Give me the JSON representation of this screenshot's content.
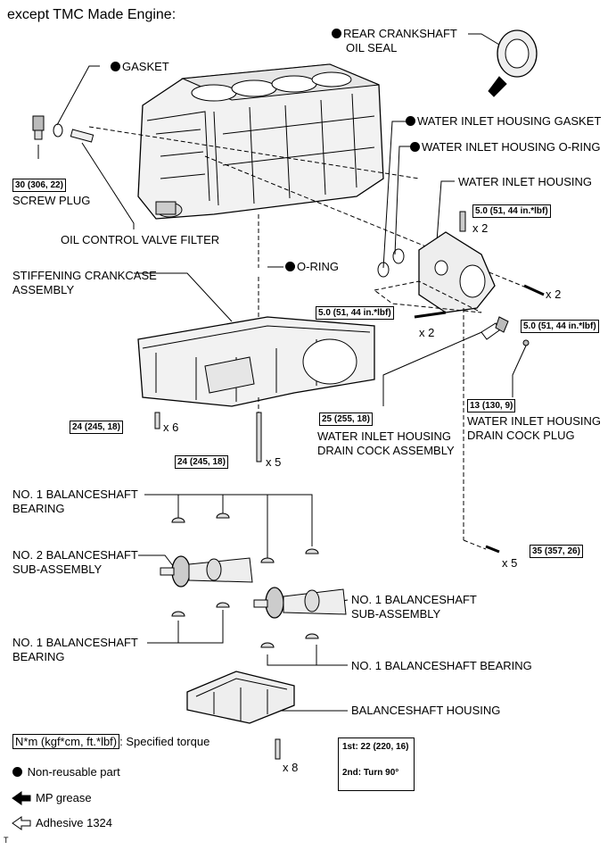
{
  "title": "except TMC Made Engine:",
  "callouts": {
    "rear_seal_l1": "REAR CRANKSHAFT",
    "rear_seal_l2": "OIL SEAL",
    "gasket": "GASKET",
    "wih_gasket": "WATER INLET HOUSING GASKET",
    "wih_oring": "WATER INLET HOUSING O-RING",
    "wih": "WATER INLET HOUSING",
    "screw_plug": "SCREW PLUG",
    "ocv_filter": "OIL CONTROL VALVE FILTER",
    "oring": "O-RING",
    "stiffening_l1": "STIFFENING CRANKCASE",
    "stiffening_l2": "ASSEMBLY",
    "drain_plug_l1": "WATER INLET HOUSING",
    "drain_plug_l2": "DRAIN COCK PLUG",
    "drain_assy_l1": "WATER INLET HOUSING",
    "drain_assy_l2": "DRAIN COCK ASSEMBLY",
    "no1_bearing_top_l1": "NO. 1 BALANCESHAFT",
    "no1_bearing_top_l2": "BEARING",
    "no2_shaft_l1": "NO. 2 BALANCESHAFT",
    "no2_shaft_l2": "SUB-ASSEMBLY",
    "no1_shaft_l1": "NO. 1 BALANCESHAFT",
    "no1_shaft_l2": "SUB-ASSEMBLY",
    "no1_bearing_mid_l1": "NO. 1 BALANCESHAFT",
    "no1_bearing_mid_l2": "BEARING",
    "no1_bearing_right": "NO. 1 BALANCESHAFT BEARING",
    "housing": "BALANCESHAFT HOUSING"
  },
  "torques": {
    "screw_plug": "30 (306, 22)",
    "wih_bolt_top": "5.0 (51, 44 in.*lbf)",
    "wih_bolt_left": "5.0 (51, 44 in.*lbf)",
    "wih_bolt_right": "5.0 (51, 44 in.*lbf)",
    "crankcase_6": "24 (245, 18)",
    "crankcase_5": "24 (245, 18)",
    "drain_assy": "25 (255, 18)",
    "drain_plug": "13 (130, 9)",
    "wih_bolts_5": "35 (357, 26)",
    "housing_1st": "1st: 22 (220, 16)",
    "housing_2nd": "2nd: Turn 90°"
  },
  "quantities": {
    "wih_top": "x 2",
    "wih_left": "x 2",
    "wih_right": "x 2",
    "crankcase_6": "x 6",
    "crankcase_5": "x 5",
    "wih_5": "x 5",
    "housing_8": "x 8"
  },
  "legend": {
    "torque_box": "N*m (kgf*cm, ft.*lbf)",
    "torque_text": ": Specified torque",
    "non_reusable": "Non-reusable part",
    "mp_grease": "MP grease",
    "adhesive": "Adhesive 1324"
  },
  "footer": "T"
}
